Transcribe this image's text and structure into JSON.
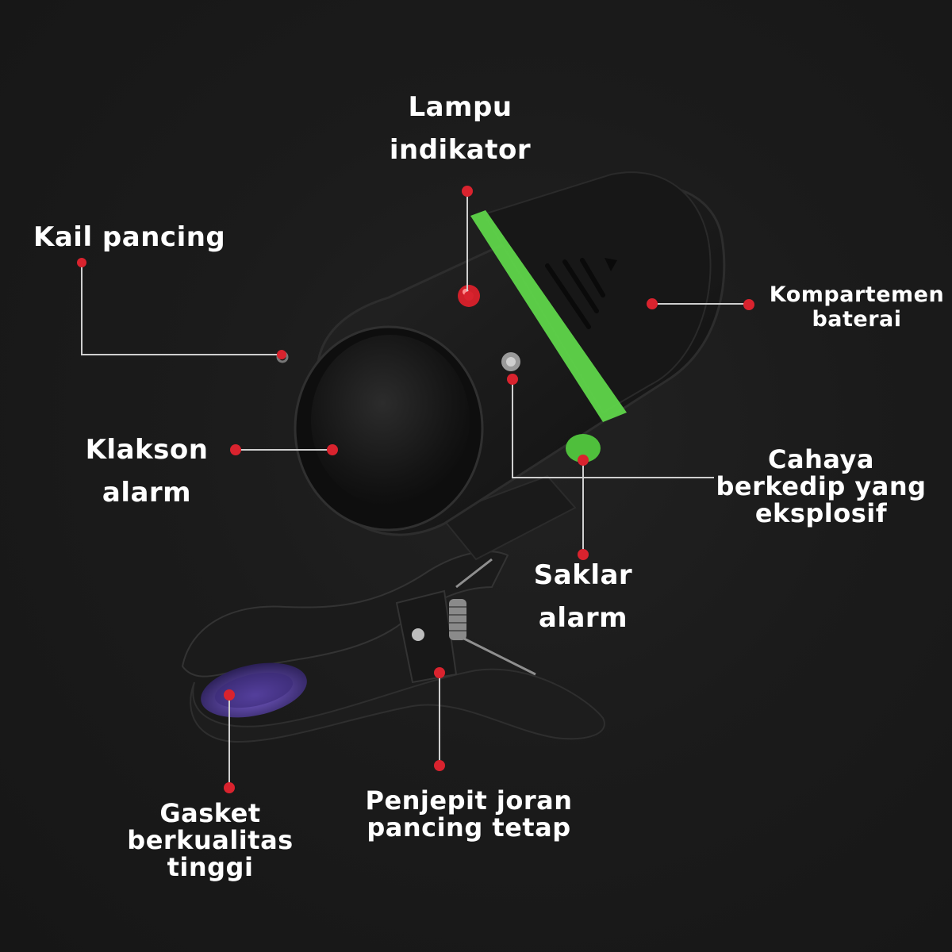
{
  "colors": {
    "background": "#1a1a1a",
    "device_body": "#141414",
    "accent_green": "#5fd54a",
    "indicator_red": "#d0202a",
    "leader_line": "#cfcfcf",
    "leader_dot": "#d9232e",
    "gasket_purple": "#6b4fb8"
  },
  "labels": {
    "lampu": {
      "lines": [
        "Lampu",
        "indikator"
      ]
    },
    "kail": {
      "lines": [
        "Kail pancing"
      ]
    },
    "kompartemen": {
      "lines": [
        "Kompartemen",
        "baterai"
      ]
    },
    "klakson": {
      "lines": [
        "Klakson",
        "alarm"
      ]
    },
    "cahaya": {
      "lines": [
        "Cahaya",
        "berkedip yang",
        "eksplosif"
      ]
    },
    "saklar": {
      "lines": [
        "Saklar",
        "alarm"
      ]
    },
    "gasket": {
      "lines": [
        "Gasket",
        "berkualitas",
        "tinggi"
      ]
    },
    "penjepit": {
      "lines": [
        "Penjepit joran",
        "pancing tetap"
      ]
    }
  }
}
